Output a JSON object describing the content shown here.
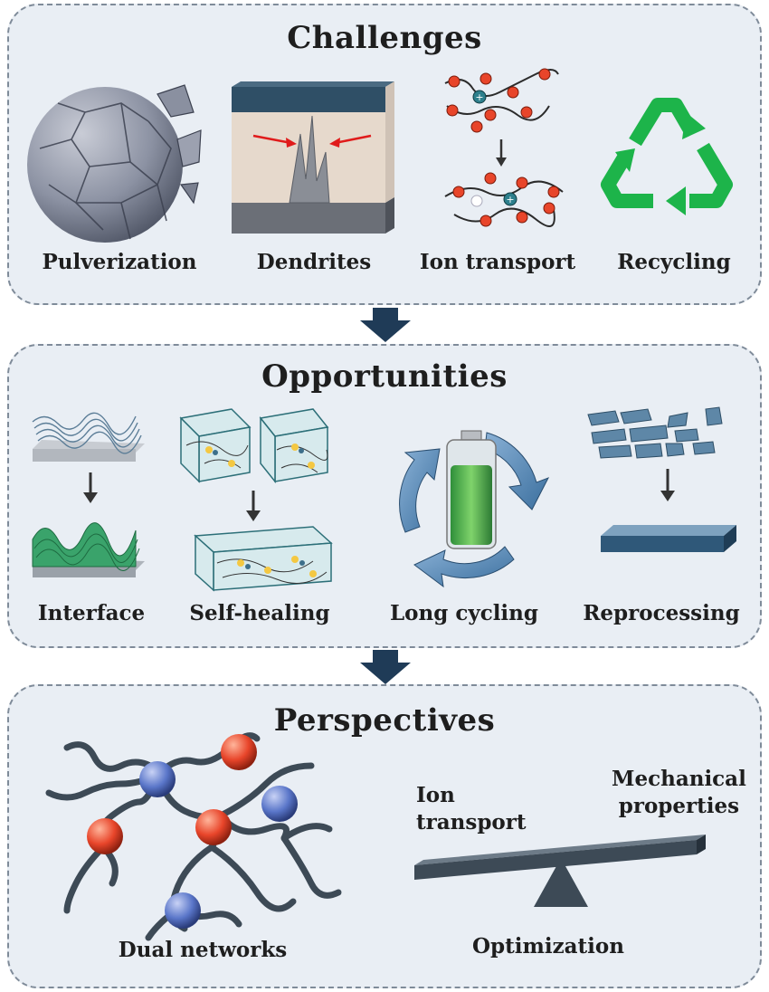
{
  "challenges": {
    "title": "Challenges",
    "items": [
      "Pulverization",
      "Dendrites",
      "Ion transport",
      "Recycling"
    ]
  },
  "opportunities": {
    "title": "Opportunities",
    "items": [
      "Interface",
      "Self-healing",
      "Long cycling",
      "Reprocessing"
    ]
  },
  "perspectives": {
    "title": "Perspectives",
    "dual_networks": "Dual networks",
    "balance_left_1": "Ion",
    "balance_left_2": "transport",
    "balance_right_1": "Mechanical",
    "balance_right_2": "properties",
    "optimization": "Optimization"
  },
  "colors": {
    "panel_bg": "#e9eef4",
    "panel_border": "#7f8b99",
    "flow_arrow": "#1f3b57",
    "recycle_green": "#1db44a",
    "red_bead": "#e8452a",
    "blue_bead": "#5a76c9",
    "steel": "#3d4a56"
  }
}
